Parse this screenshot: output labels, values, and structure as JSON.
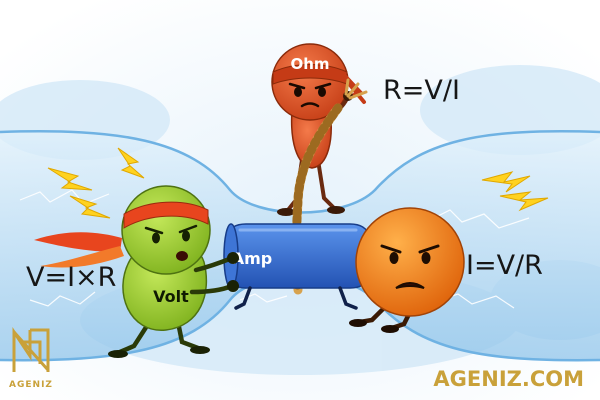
{
  "characters": {
    "ohm": {
      "label": "Ohm",
      "color": "#e8562a"
    },
    "volt": {
      "label": "Volt",
      "color": "#9bd12e"
    },
    "amp": {
      "label": "Amp",
      "color": "#2f6fd6"
    },
    "current": {
      "color": "#f2801e"
    }
  },
  "formulas": {
    "resistance": "R=V/I",
    "voltage": "V=I×R",
    "current": "I=V/R"
  },
  "branding": {
    "logo_text": "AGENIZ",
    "site_url": "AGENIZ.COM",
    "accent": "#c9a13a"
  },
  "icons": {
    "spark": "lightning-icon",
    "logo": "ageniz-logo-icon"
  }
}
